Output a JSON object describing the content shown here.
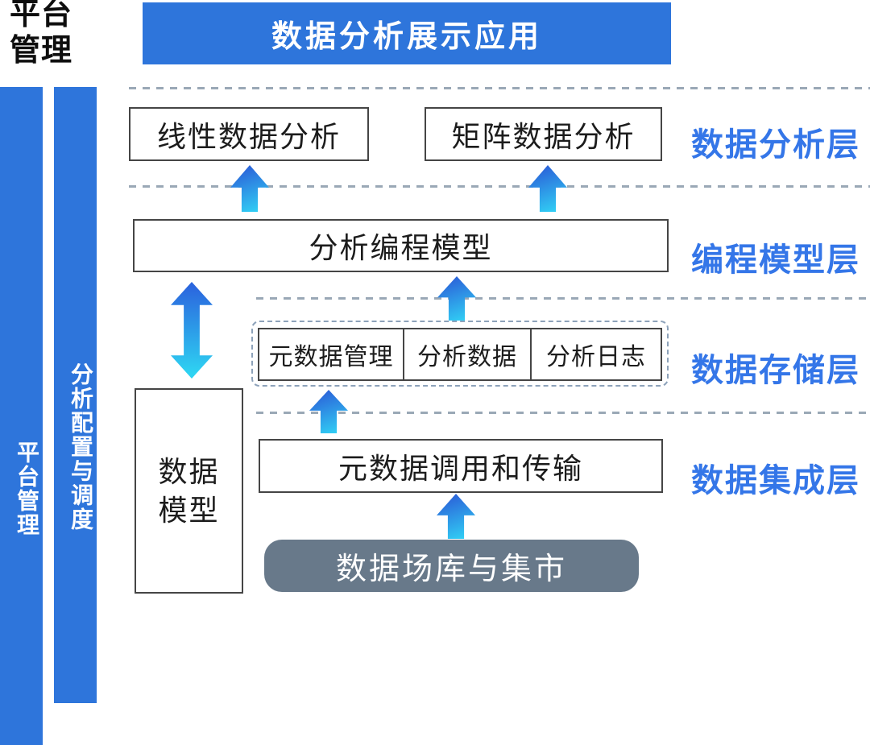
{
  "colors": {
    "primary_blue": "#2E75DB",
    "label_blue": "#3476E8",
    "arrow_gradient_start": "#2B5ED8",
    "arrow_gradient_end": "#31CDF4",
    "source_box_gray": "#68798A",
    "dashed_line_gray": "#9AA8B6",
    "box_border": "#454545"
  },
  "corner_label": {
    "line1": "平台",
    "line2": "管理"
  },
  "banner": {
    "title": "数据分析展示应用"
  },
  "sidebars": {
    "platform": "平台管理",
    "config": "分析配置与调度"
  },
  "layers": [
    {
      "name": "数据分析层",
      "boxes": [
        "线性数据分析",
        "矩阵数据分析"
      ]
    },
    {
      "name": "编程模型层",
      "boxes": [
        "分析编程模型"
      ]
    },
    {
      "name": "数据存储层",
      "cells": [
        "元数据管理",
        "分析数据",
        "分析日志"
      ]
    },
    {
      "name": "数据集成层",
      "boxes": [
        "元数据调用和传输"
      ]
    }
  ],
  "data_model_box": {
    "line1": "数据",
    "line2": "模型"
  },
  "source_box": {
    "label": "数据场库与集市"
  }
}
